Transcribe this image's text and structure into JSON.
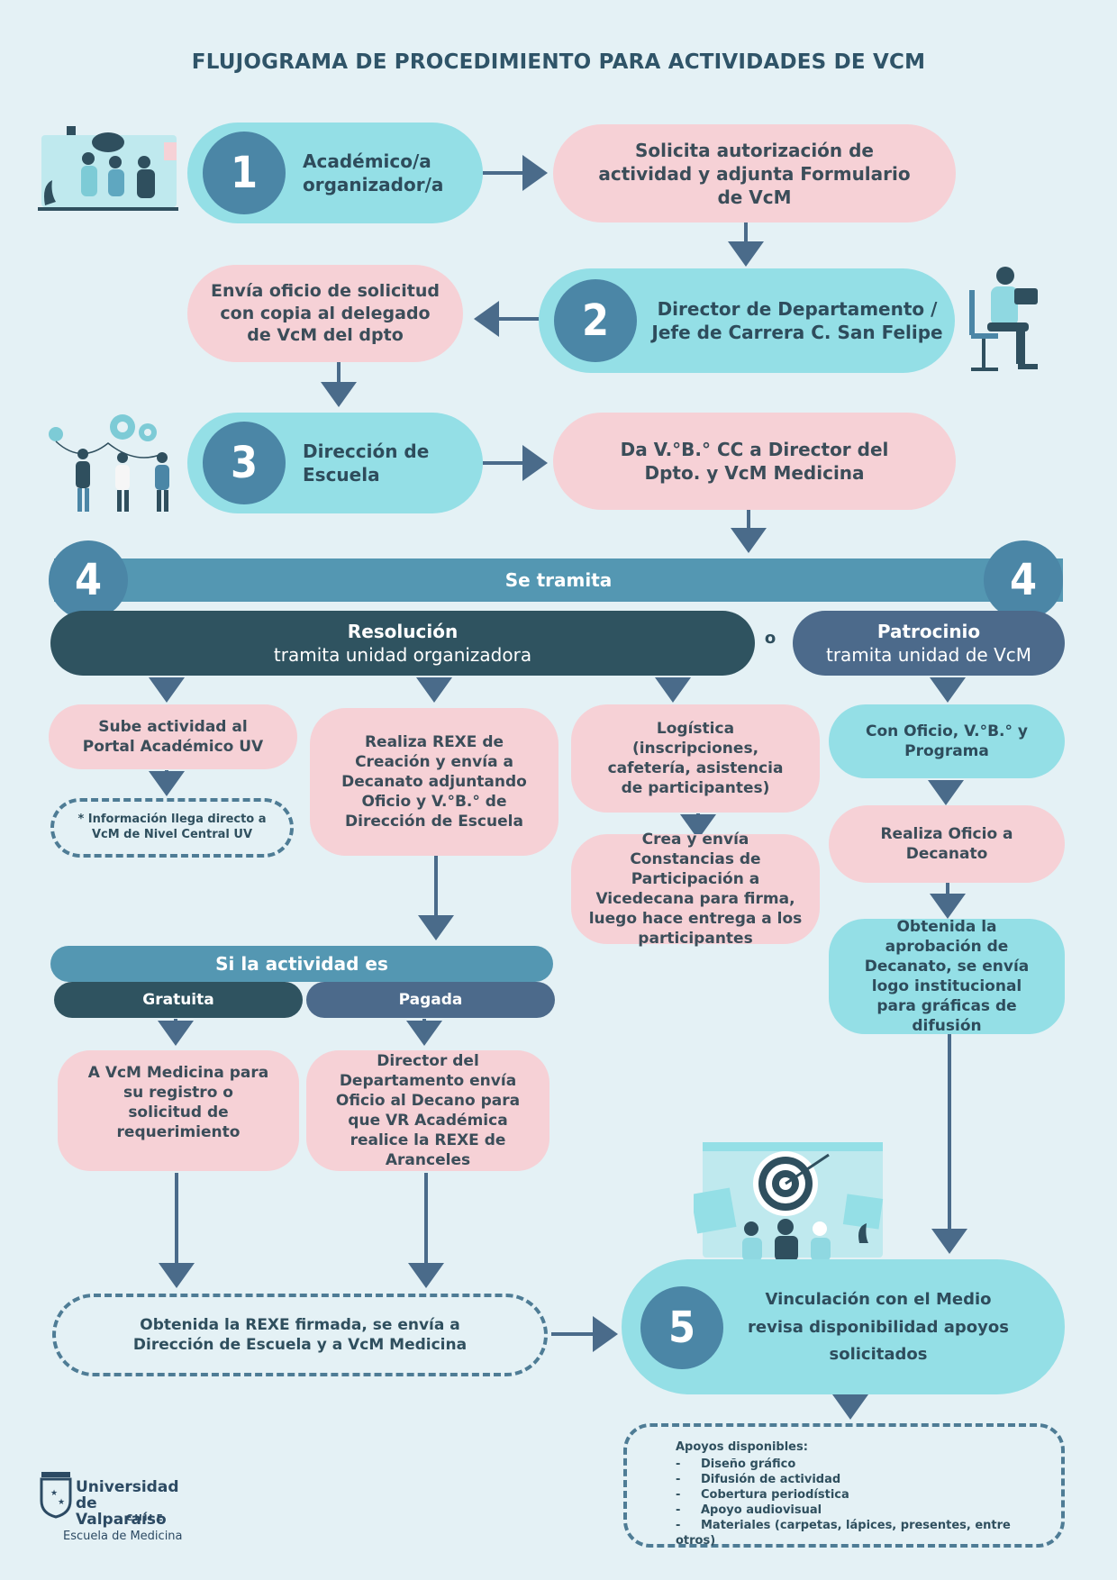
{
  "title": "FLUJOGRAMA DE PROCEDIMIENTO PARA ACTIVIDADES DE VCM",
  "steps": {
    "s1": {
      "number": "1",
      "label": "Académico/a organizador/a"
    },
    "s1_action": "Solicita autorización de actividad y adjunta Formulario de VcM",
    "s2": {
      "number": "2",
      "label": "Director de Departamento / Jefe de Carrera C. San Felipe"
    },
    "s2_action": "Envía oficio de solicitud con copia al delegado de VcM del dpto",
    "s3": {
      "number": "3",
      "label": "Dirección de Escuela"
    },
    "s3_action": "Da V.°B.° CC a Director del Dpto. y VcM Medicina",
    "s4": {
      "number": "4",
      "label": "Se tramita"
    },
    "s5": {
      "number": "5",
      "label": "Vinculación con el Medio revisa disponibilidad apoyos solicitados"
    }
  },
  "branches": {
    "resolucion": {
      "title": "Resolución",
      "subtitle": "tramita unidad organizadora"
    },
    "or_word": "o",
    "patrocinio": {
      "title": "Patrocinio",
      "subtitle": "tramita unidad de VcM"
    }
  },
  "resolucion_boxes": {
    "portal": "Sube actividad al Portal Académico UV",
    "portal_note": "* Información llega directo a VcM de Nivel Central UV",
    "rexe": "Realiza REXE de Creación y envía a Decanato adjuntando Oficio y V.°B.° de Dirección de Escuela",
    "logistica": "Logística (inscripciones, cafetería, asistencia de participantes)",
    "constancias": "Crea y envía Constancias de Participación a Vicedecana para firma, luego hace entrega a los participantes"
  },
  "patrocinio_boxes": {
    "oficio_vb": "Con Oficio, V.°B.° y Programa",
    "oficio_decanato": "Realiza Oficio a Decanato",
    "aprobacion": "Obtenida la aprobación de Decanato, se envía logo institucional para gráficas de difusión"
  },
  "activity": {
    "header": "Si la actividad es",
    "gratuita": "Gratuita",
    "pagada": "Pagada",
    "gratuita_box": "A VcM Medicina para su registro o solicitud de requerimiento",
    "pagada_box": "Director del Departamento envía Oficio al Decano para que VR Académica realice la REXE de Aranceles",
    "rexe_firmada": "Obtenida la REXE firmada, se envía a Dirección de Escuela y a VcM Medicina"
  },
  "supports": {
    "title": "Apoyos disponibles:",
    "items": [
      "Diseño gráfico",
      "Difusión de actividad",
      "Cobertura periodística",
      "Apoyo audiovisual",
      "Materiales (carpetas, lápices, presentes, entre otros)"
    ]
  },
  "logo": {
    "line1": "Universidad",
    "line2": "de Valparaíso",
    "line3": "CHILE",
    "line4": "Escuela de Medicina"
  },
  "colors": {
    "background": "#e4f1f5",
    "cyan": "#94dfe6",
    "pink": "#f6d1d6",
    "steel_blue": "#4b86a6",
    "dark_teal": "#2f5360",
    "slate": "#4c6a8b",
    "arrow": "#4a6b8a"
  }
}
